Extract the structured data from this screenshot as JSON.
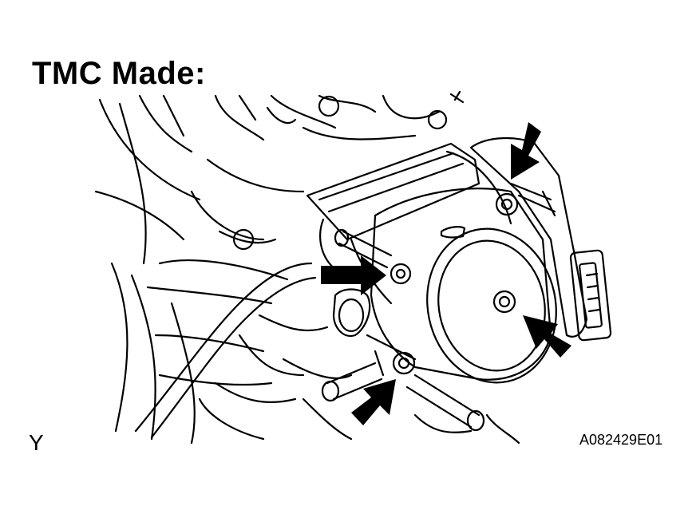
{
  "title": "TMC Made:",
  "figure_code": "A082429E01",
  "orientation_mark": "Y",
  "arrows": [
    {
      "name": "arrow-top-bolt"
    },
    {
      "name": "arrow-left-bolt"
    },
    {
      "name": "arrow-center-bolt"
    },
    {
      "name": "arrow-bottom-bolt"
    }
  ],
  "colors": {
    "ink": "#000000",
    "paper": "#ffffff"
  }
}
